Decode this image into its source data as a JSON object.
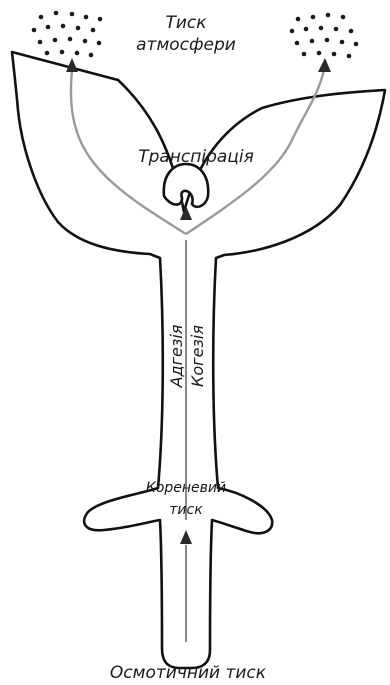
{
  "diagram": {
    "labels": {
      "atmosphere_pressure": "Тиск атмосфери",
      "transpiration": "Транспірація",
      "adhesion": "Адгезія",
      "cohesion": "Когезія",
      "root_pressure": "Кореневий тиск",
      "osmotic_pressure": "Осмотичний тиск"
    }
  }
}
